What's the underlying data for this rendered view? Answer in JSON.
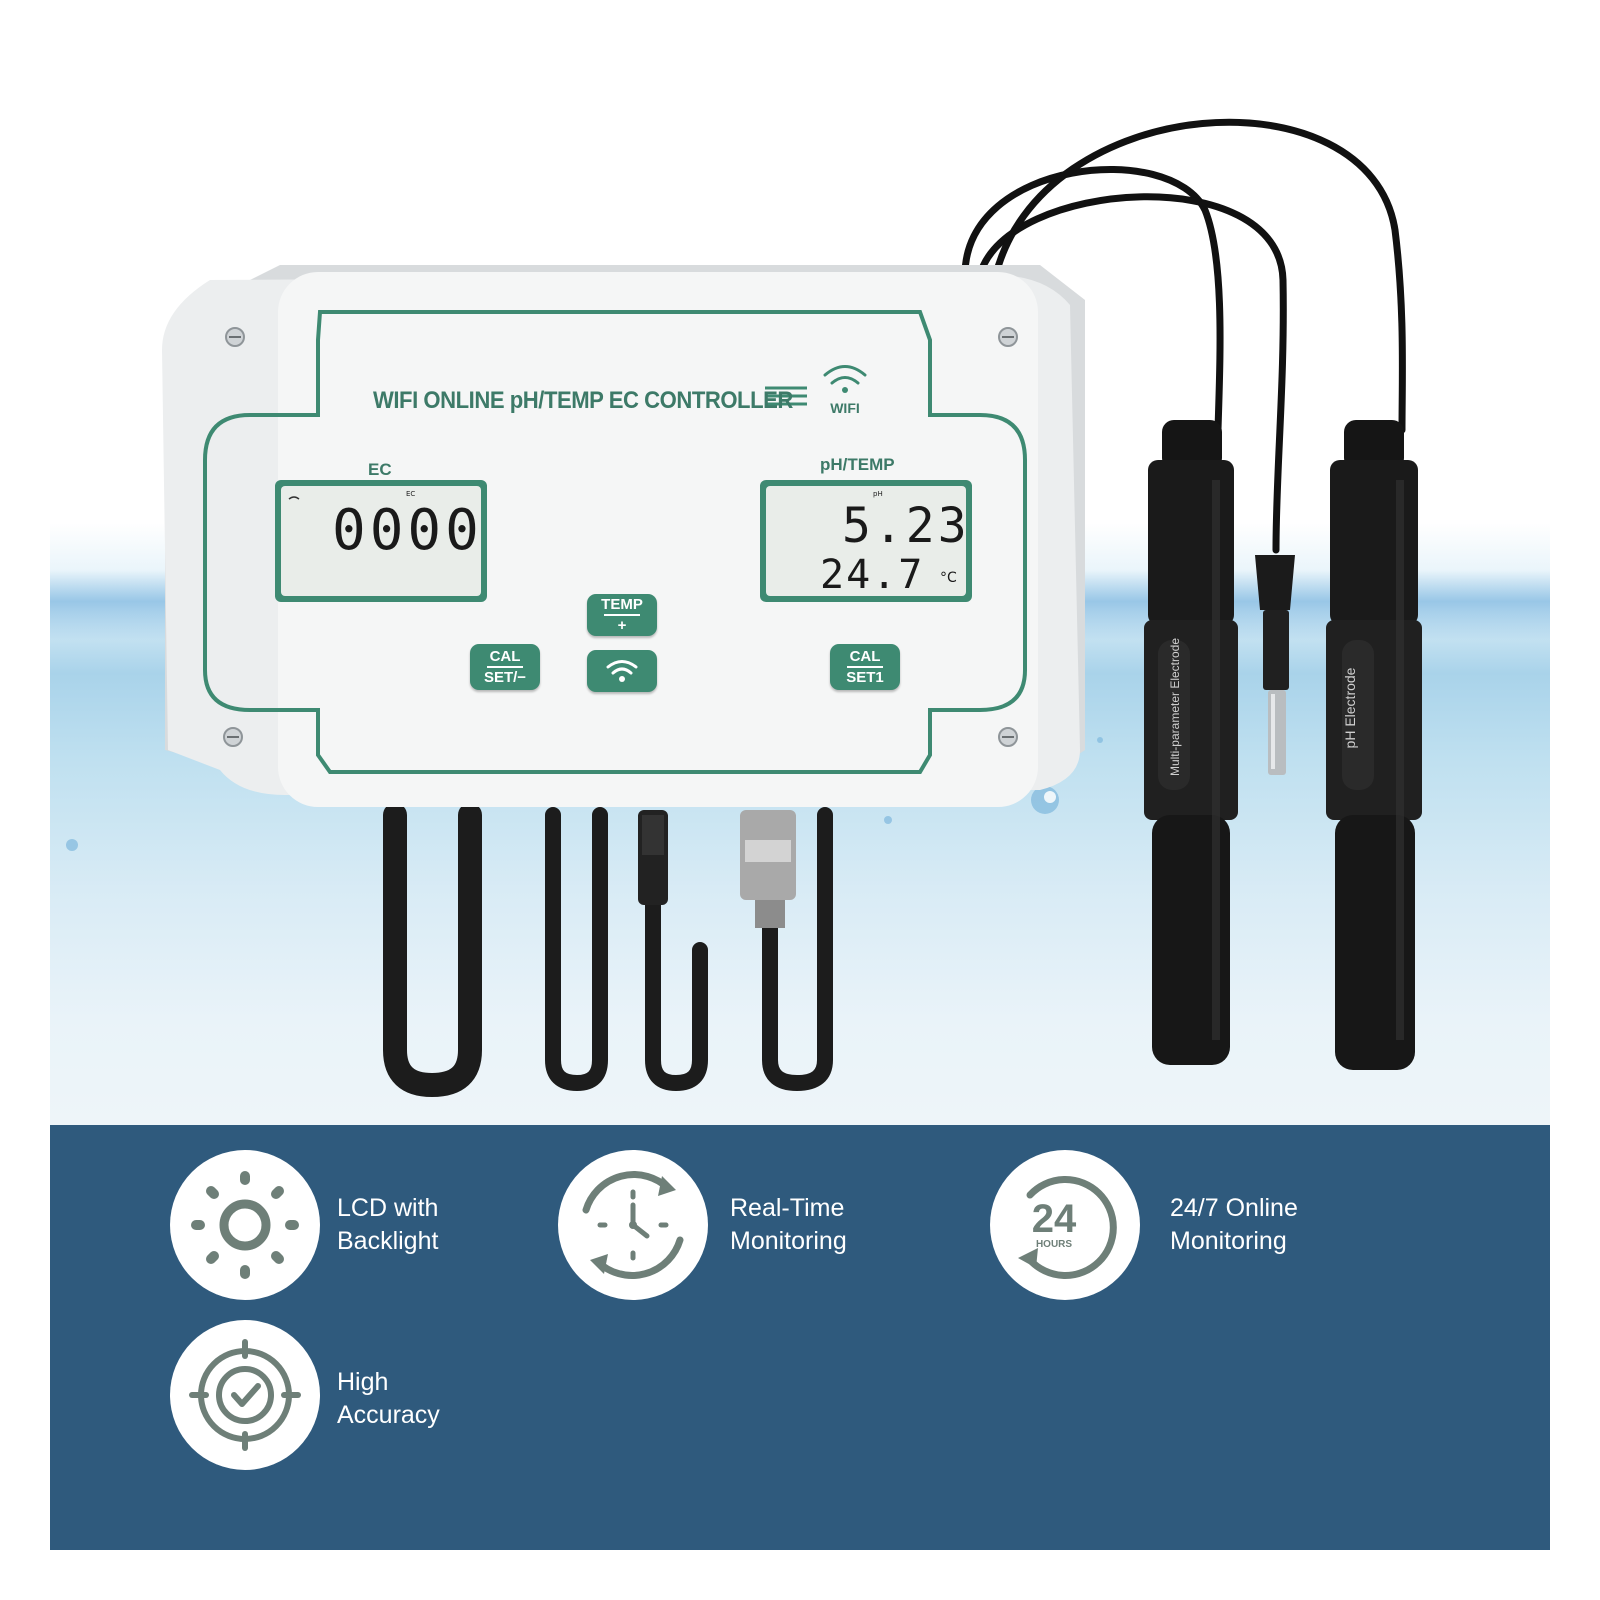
{
  "device": {
    "title": "WIFI ONLINE pH/TEMP EC CONTROLLER",
    "wifi_label": "WIFI",
    "ec_label": "EC",
    "ph_temp_label": "pH/TEMP",
    "ec_display": "0000",
    "ec_small_label": "EC",
    "ph_small_label": "pH",
    "ph_display": "5.23",
    "temp_display": "24.7",
    "temp_unit": "°C",
    "buttons": {
      "cal_set_minus": {
        "top": "CAL",
        "bottom": "SET/−"
      },
      "temp_plus": {
        "top": "TEMP",
        "bottom": "+"
      },
      "cal_set1": {
        "top": "CAL",
        "bottom": "SET1"
      }
    }
  },
  "electrodes": {
    "multi": "Multi-parameter Electrode",
    "ph": "pH Electrode"
  },
  "features": [
    {
      "icon": "sun-icon",
      "line1": "LCD with",
      "line2": "Backlight"
    },
    {
      "icon": "clock-refresh-icon",
      "line1": "Real-Time",
      "line2": "Monitoring"
    },
    {
      "icon": "24-hours-icon",
      "line1": "24/7 Online",
      "line2": "Monitoring"
    },
    {
      "icon": "target-check-icon",
      "line1": "High",
      "line2": "Accuracy"
    }
  ],
  "icon_text": {
    "hours_number": "24",
    "hours_word": "HOURS"
  },
  "colors": {
    "band": "#2f5a7d",
    "device_green": "#3e8a72",
    "icon_gray": "#6e7f78"
  }
}
